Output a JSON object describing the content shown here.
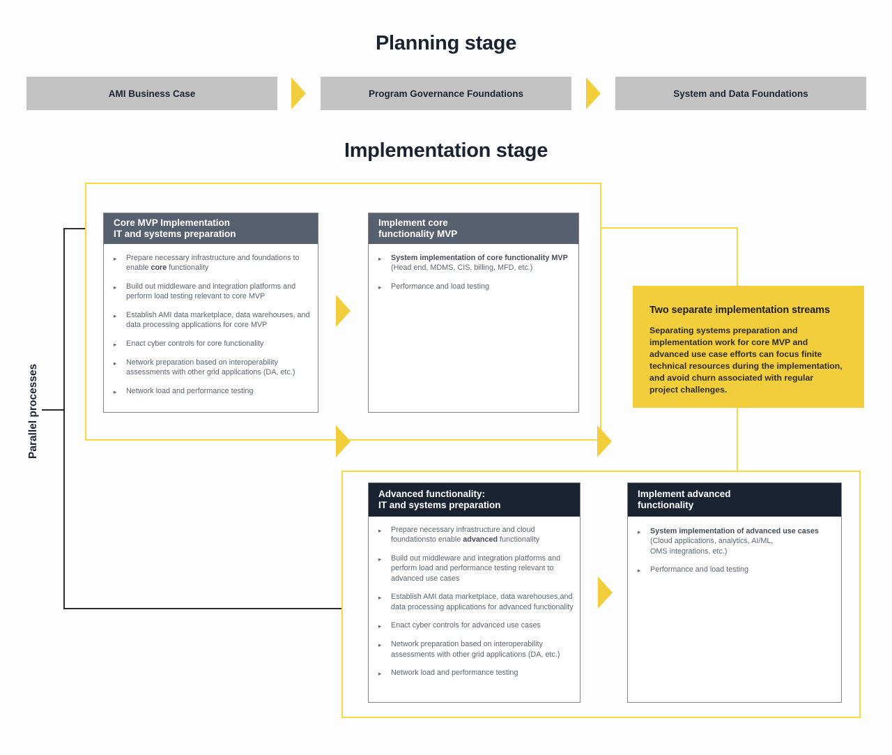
{
  "colors": {
    "yellow": "#F3CE3C",
    "yellow_border": "#F6D844",
    "slate_header": "#57606E",
    "dark_header": "#1A2332",
    "title_text": "#1A2332",
    "body_text": "#5B6370",
    "planning_box_gray": "#C3C3C3",
    "box_border_gray": "#828282",
    "bracket_black": "#2B2B2B"
  },
  "planning": {
    "title": "Planning stage",
    "steps": [
      {
        "label": "AMI Business Case"
      },
      {
        "label": "Program Governance Foundations"
      },
      {
        "label": "System and Data Foundations"
      }
    ]
  },
  "implementation": {
    "title": "Implementation stage",
    "parallel_label": "Parallel processes",
    "core_prep": {
      "title": "Core MVP Implementation\nIT and systems preparation",
      "bullets": [
        {
          "pre": "Prepare necessary infrastructure and foundations to enable ",
          "bold": "core",
          "post": " functionality"
        },
        {
          "text": "Build out middleware and integration platforms and perform load testing relevant to core MVP"
        },
        {
          "text": "Establish AMI data marketplace, data warehouses, and data processing applications for core MVP"
        },
        {
          "text": "Enact cyber controls for core functionality"
        },
        {
          "text": "Network preparation based on interoperability assessments with other grid applications (DA, etc.)"
        },
        {
          "text": "Network load and performance testing"
        }
      ]
    },
    "core_impl": {
      "title": "Implement core\nfunctionality MVP",
      "bullets": [
        {
          "bold": "System implementation of core functionality MVP",
          "post": "\n(Head end, MDMS, CIS, billing, MFD, etc.)"
        },
        {
          "text": "Performance and load testing"
        }
      ]
    },
    "adv_prep": {
      "title": "Advanced functionality:\nIT and systems preparation",
      "bullets": [
        {
          "pre": "Prepare necessary infrastructure and cloud foundationsto enable ",
          "bold": "advanced",
          "post": " functionality"
        },
        {
          "text": "Build out middleware and integration platforms and perform load and performance testing relevant to advanced use cases"
        },
        {
          "text": "Establish AMI data marketplace, data warehouses,and data processing applications for advanced functionality"
        },
        {
          "text": "Enact cyber controls for advanced use cases"
        },
        {
          "text": "Network preparation based on interoperability assessments with other grid applications (DA, etc.)"
        },
        {
          "text": "Network load and performance testing"
        }
      ]
    },
    "adv_impl": {
      "title": "Implement advanced\nfunctionality",
      "bullets": [
        {
          "bold": "System implementation of advanced use cases",
          "post": "\n(Cloud applications, analytics, AI/ML,\nOMS integrations, etc.)"
        },
        {
          "text": "Performance and load testing"
        }
      ]
    },
    "callout": {
      "title": "Two separate implementation streams",
      "body": "Separating systems preparation and\nimplementation work for core MVP and\nadvanced use case efforts can focus finite\ntechnical resources during the implementation,\nand avoid churn associated with regular\nproject challenges."
    }
  }
}
